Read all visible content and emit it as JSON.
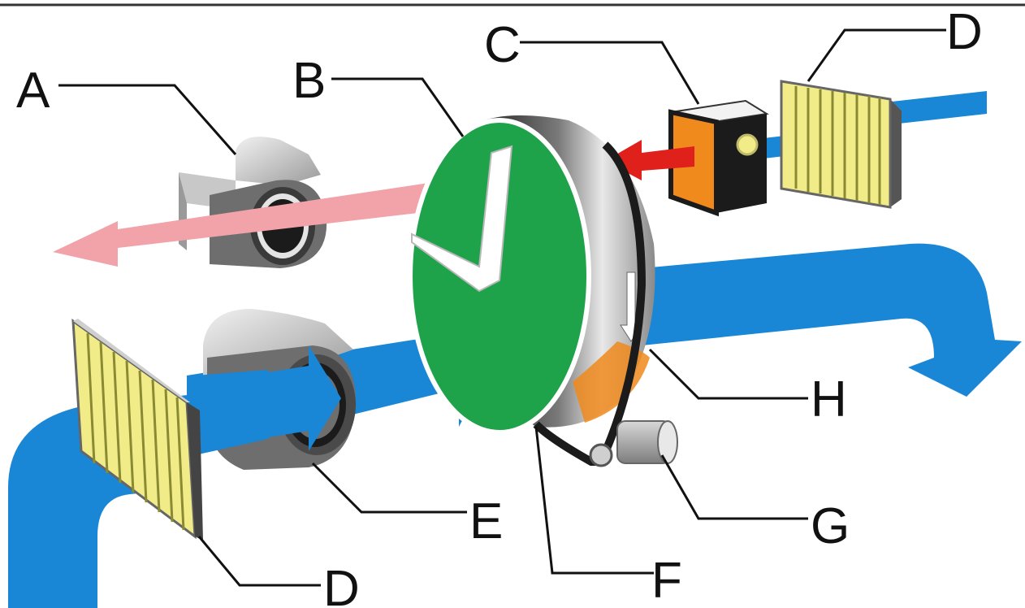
{
  "labels": {
    "A": "A",
    "B": "B",
    "C": "C",
    "D_top": "D",
    "D_bottom": "D",
    "E": "E",
    "F": "F",
    "G": "G",
    "H": "H"
  },
  "colors": {
    "airflow_blue": "#1a86d6",
    "exhaust_pink": "#f2a2a9",
    "heated_red": "#e0211b",
    "wheel_green": "#1fa34a",
    "heater_orange": "#f08a1c",
    "filter_yellow": "#f1ec88",
    "housing_gray": "#8c8c8c",
    "rim_black": "#1b1b1b"
  }
}
